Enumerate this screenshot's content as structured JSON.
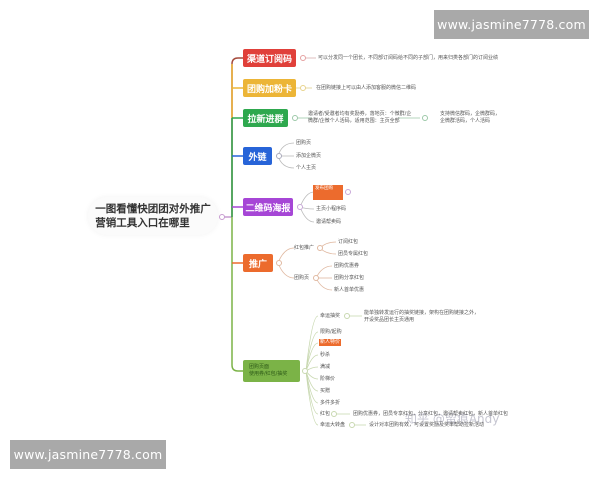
{
  "watermarks": {
    "top": "www.jasmine7778.com",
    "bottom": "www.jasmine7778.com",
    "zhihu": "知乎 @留痕Andy"
  },
  "root": {
    "line1": "一图看懂快团团对外推广",
    "line2": "营销工具入口在哪里"
  },
  "colors": {
    "red": "#e0403a",
    "yellow": "#ecb537",
    "green": "#2ea84e",
    "blue": "#2764d8",
    "purple": "#a646d6",
    "orange": "#ec6b2d",
    "olive": "#7bb347"
  },
  "branches": [
    {
      "label": "渠道订阅码",
      "notes": [
        "可以分发同一个团长，不同部订阅码给不同的子部门，用来归类各部门的订阅业绩"
      ]
    },
    {
      "label": "团购加粉卡",
      "notes": [
        "在团购链接上可以由人添加客服的微信二维码"
      ]
    },
    {
      "label": "拉新进群",
      "notes": [
        "邀请者/受邀者均有奖励券，落地页：个微群/企",
        "微群/企微个人活码，适用范围：主页全部"
      ],
      "sub": [
        "支持微信群码，企微群码，",
        "企微群活码，个人活码"
      ]
    },
    {
      "label": "外链",
      "children": [
        "团购页",
        "添加企微页",
        "个人主页"
      ]
    },
    {
      "label": "二维码海报",
      "children": [
        "发布团购",
        "主页小程序码",
        "邀请帮卖码"
      ],
      "highlight_child": "发布团购 / 页海报"
    },
    {
      "label": "推广",
      "groups": [
        {
          "label": "红包推广",
          "children": [
            "订阅红包",
            "团员专属红包"
          ]
        },
        {
          "label": "团购页",
          "children": [
            "团购优惠券",
            "团购分享红包",
            "新人首单优惠"
          ]
        }
      ]
    },
    {
      "label_line1": "团购页面",
      "label_line2": "使用券/红包/抽奖",
      "children": [
        {
          "label": "幸运抽奖",
          "note": [
            "能单独转发运行的抽奖链接，架构在团购链接之外，",
            "开设奖品团长主页通用"
          ]
        },
        {
          "label": "限购/起购"
        },
        {
          "label": "新人特价",
          "highlight": true
        },
        {
          "label": "秒杀"
        },
        {
          "label": "满减"
        },
        {
          "label": "阶梯价"
        },
        {
          "label": "买赠"
        },
        {
          "label": "多件多折"
        },
        {
          "label": "红包",
          "note": [
            "团购优惠券，团员专享红包，分享红包，邀请帮卖红包，新人首单红包"
          ]
        },
        {
          "label": "幸运大转盘",
          "note": [
            "设计对本团购有效，可设置奖励及奖率帮助拉新活动"
          ]
        }
      ]
    }
  ]
}
